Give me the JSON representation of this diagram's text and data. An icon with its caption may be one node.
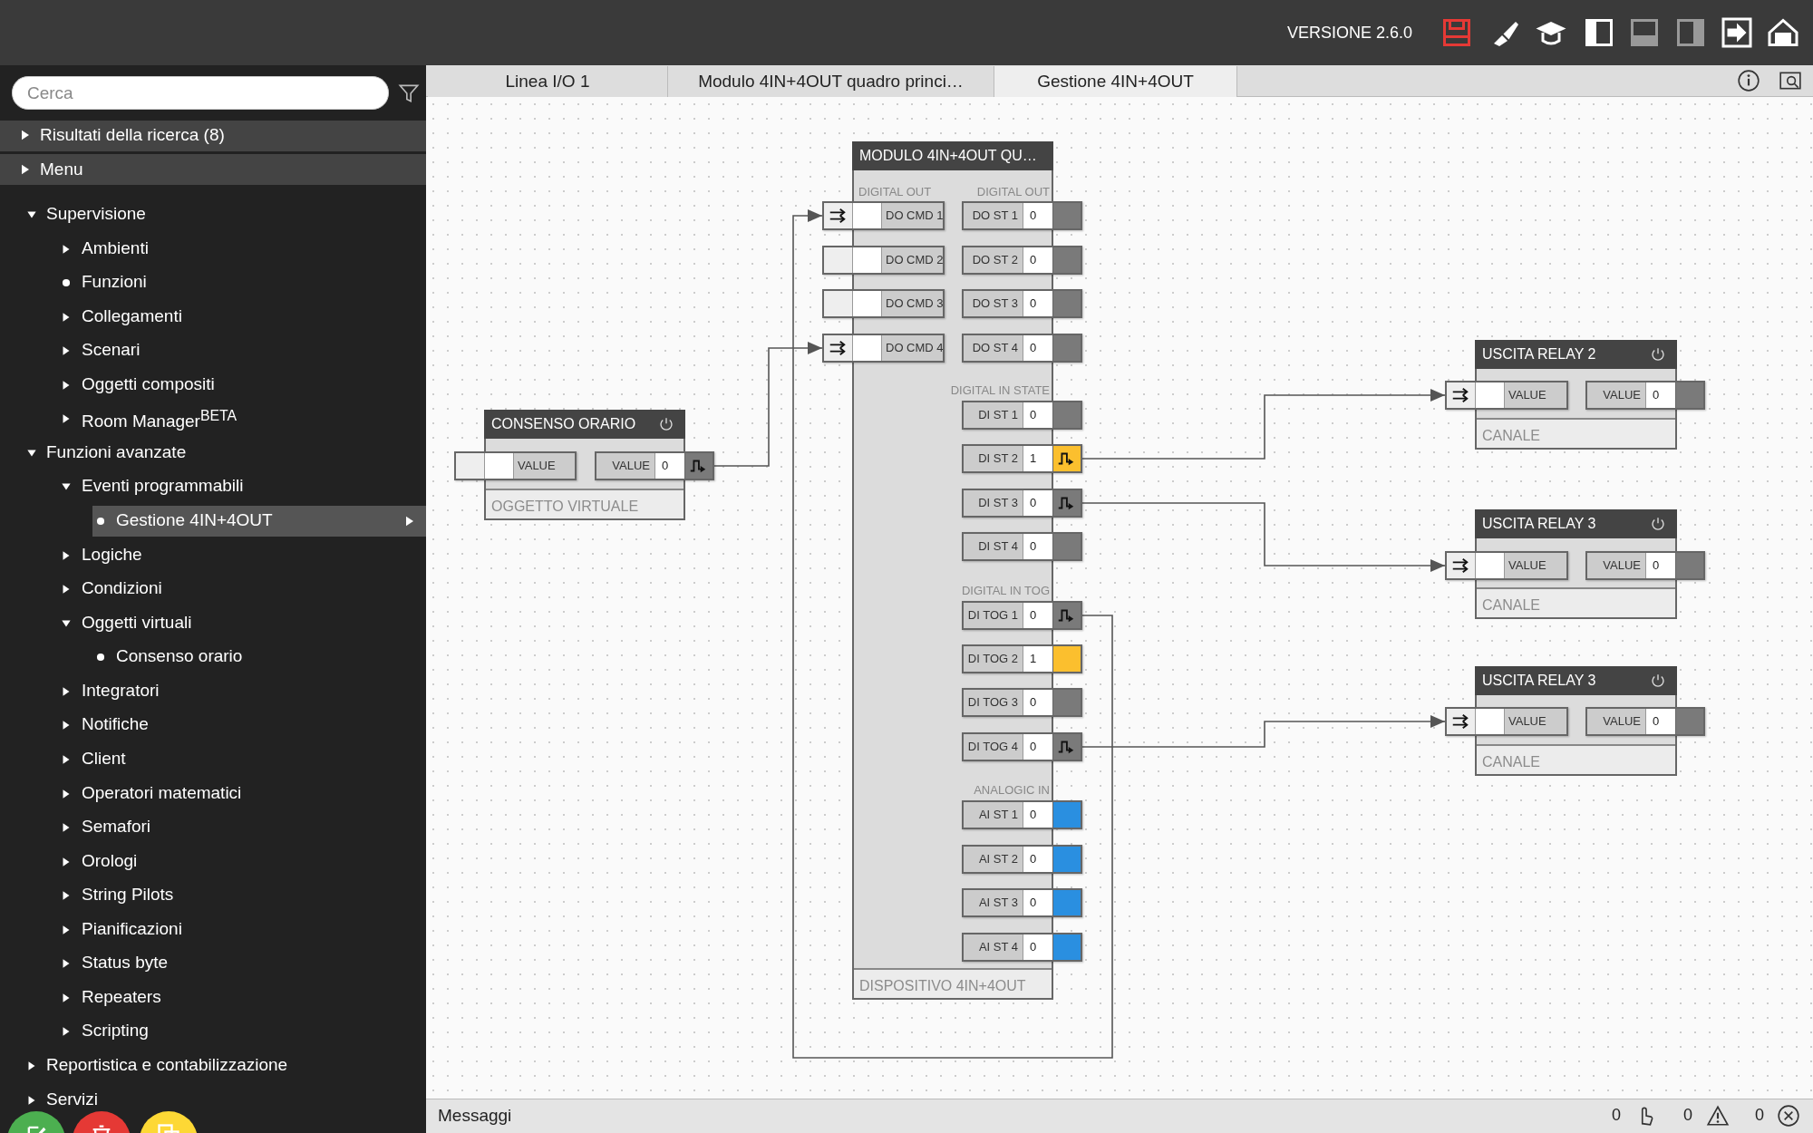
{
  "diagram": {
    "nodes": [
      {
        "text": [
          "MODULO 4IN+4OUT QU…",
          "DIGITAL OUT",
          "DIGITAL OUT",
          "DIGITAL IN STATE",
          "DIGITAL IN TOG",
          "ANALOGIC IN",
          "DISPOSITIVO 4IN+4OUT"
        ]
      },
      {
        "text": [
          "DO CMD 1"
        ],
        "in": 0
      },
      {
        "text": [
          "DO CMD 2"
        ],
        "in": 0
      },
      {
        "text": [
          "DO CMD 3"
        ],
        "in": 0
      },
      {
        "text": [
          "DO CMD 4"
        ],
        "in": 0
      },
      {
        "text": [
          "DO ST 1",
          "0"
        ],
        "in": 0
      },
      {
        "text": [
          "DO ST 2",
          "0"
        ],
        "in": 0
      },
      {
        "text": [
          "DO ST 3",
          "0"
        ],
        "in": 0
      },
      {
        "text": [
          "DO ST 4",
          "0"
        ],
        "in": 0
      },
      {
        "text": [
          "DI ST 1",
          "0"
        ],
        "in": 0
      },
      {
        "text": [
          "DI ST 2",
          "1"
        ],
        "in": 0
      },
      {
        "text": [
          "DI ST 3",
          "0"
        ],
        "in": 0
      },
      {
        "text": [
          "DI ST 4",
          "0"
        ],
        "in": 0
      },
      {
        "text": [
          "DI TOG 1",
          "0"
        ],
        "in": 0
      },
      {
        "text": [
          "DI TOG 2",
          "1"
        ],
        "in": 0
      },
      {
        "text": [
          "DI TOG 3",
          "0"
        ],
        "in": 0
      },
      {
        "text": [
          "DI TOG 4",
          "0"
        ],
        "in": 0
      },
      {
        "text": [
          "AI ST 1",
          "0"
        ],
        "in": 0
      },
      {
        "text": [
          "AI ST 2",
          "0"
        ],
        "in": 0
      },
      {
        "text": [
          "AI ST 3",
          "0"
        ],
        "in": 0
      },
      {
        "text": [
          "AI ST 4",
          "0"
        ],
        "in": 0
      },
      {
        "text": [
          "CONSENSO ORARIO",
          "OGGETTO VIRTUALE"
        ]
      },
      {
        "text": [
          "VALUE"
        ],
        "in": 21
      },
      {
        "text": [
          "VALUE",
          "0"
        ],
        "in": 21
      },
      {
        "text": [
          "USCITA RELAY 2",
          "CANALE"
        ]
      },
      {
        "text": [
          "VALUE"
        ],
        "in": 24
      },
      {
        "text": [
          "VALUE",
          "0"
        ],
        "in": 24
      },
      {
        "text": [
          "USCITA RELAY 3",
          "CANALE"
        ]
      },
      {
        "text": [
          "VALUE"
        ],
        "in": 27
      },
      {
        "text": [
          "VALUE",
          "0"
        ],
        "in": 27
      },
      {
        "text": [
          "USCITA RELAY 3",
          "CANALE"
        ]
      },
      {
        "text": [
          "VALUE"
        ],
        "in": 30
      },
      {
        "text": [
          "VALUE",
          "0"
        ],
        "in": 30
      }
    ],
    "edges": [
      {
        "from": 13,
        "to": 1,
        "arrow": "to"
      },
      {
        "from": 23,
        "to": 4,
        "arrow": "to"
      },
      {
        "from": 10,
        "to": 25,
        "arrow": "to"
      },
      {
        "from": 11,
        "to": 28,
        "arrow": "to"
      },
      {
        "from": 16,
        "to": 31,
        "arrow": "to"
      }
    ],
    "labels": [
      "VERSIONE 2.6.0",
      "Cerca",
      "Linea I/O 1",
      "Modulo 4IN+4OUT quadro princi…",
      "Gestione 4IN+4OUT",
      "Risultati della ricerca (8)",
      "Menu",
      "Supervisione",
      "Ambienti",
      "Funzioni",
      "Collegamenti",
      "Scenari",
      "Oggetti compositi",
      "Room Manager$^{BETA}$",
      "Funzioni avanzate",
      "Eventi programmabili",
      "Gestione 4IN+4OUT",
      "Logiche",
      "Condizioni",
      "Oggetti virtuali",
      "Consenso orario",
      "Integratori",
      "Notifiche",
      "Client",
      "Operatori matematici",
      "Semafori",
      "Orologi",
      "String Pilots",
      "Pianificazioni",
      "Status byte",
      "Repeaters",
      "Scripting",
      "Reportistica e contabilizzazione",
      "Servizi",
      "Messaggi",
      "0",
      "0",
      "0"
    ]
  }
}
